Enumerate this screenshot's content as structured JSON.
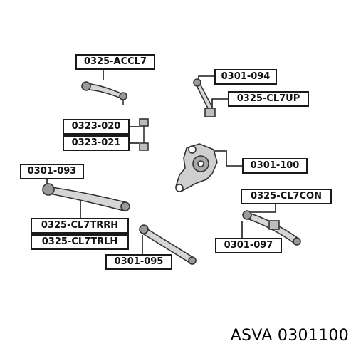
{
  "labels": {
    "accl7": "0325-ACCL7",
    "n301_094": "0301-094",
    "cl7up": "0325-CL7UP",
    "n323_020": "0323-020",
    "n323_021": "0323-021",
    "n301_100": "0301-100",
    "n301_093": "0301-093",
    "cl7con": "0325-CL7CON",
    "cl7trrh": "0325-CL7TRRH",
    "cl7trlh": "0325-CL7TRLH",
    "n301_097": "0301-097",
    "n301_095": "0301-095"
  },
  "caption": "ASVA 0301100",
  "colors": {
    "line": "#1a1a1a",
    "part": "#333333"
  }
}
